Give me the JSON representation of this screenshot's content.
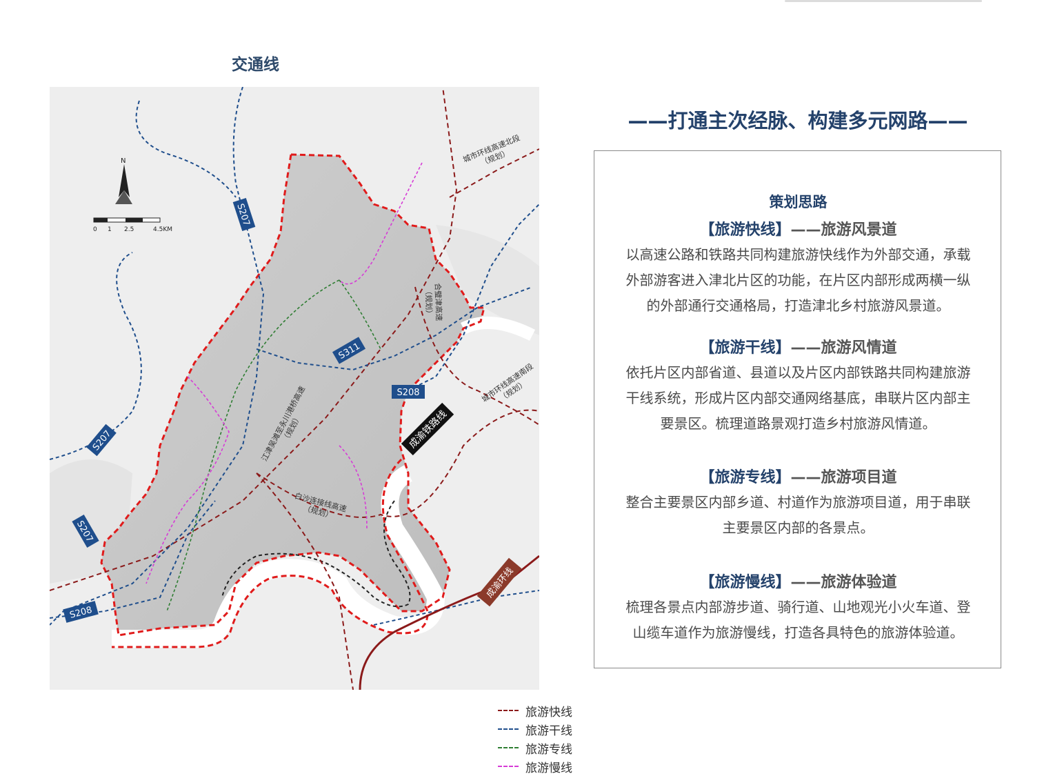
{
  "map_title": "交通线",
  "slogan": "——打通主次经脉、构建多元网路——",
  "panel": {
    "title": "策划思路",
    "sections": [
      {
        "key": "【旅游快线】",
        "dash": "——旅游风景道",
        "body": "以高速公路和铁路共同构建旅游快线作为外部交通，承载外部游客进入津北片区的功能，在片区内部形成两横一纵的外部通行交通格局，打造津北乡村旅游风景道。"
      },
      {
        "key": "【旅游干线】",
        "dash": "——旅游风情道",
        "body": "依托片区内部省道、县道以及片区内部铁路共同构建旅游干线系统，形成片区内部交通网络基底，串联片区内部主要景区。梳理道路景观打造乡村旅游风情道。"
      },
      {
        "key": "【旅游专线】",
        "dash": "——旅游项目道",
        "body": "整合主要景区内部乡道、村道作为旅游项目道，用于串联主要景区内部的各景点。"
      },
      {
        "key": "【旅游慢线】",
        "dash": "——旅游体验道",
        "body": "梳理各景点内部游步道、骑行道、山地观光小火车道、登山缆车道作为旅游慢线，打造各具特色的旅游体验道。"
      }
    ]
  },
  "legend": [
    {
      "label": "旅游快线",
      "color": "#8b1a1a"
    },
    {
      "label": "旅游干线",
      "color": "#1f4e8c"
    },
    {
      "label": "旅游专线",
      "color": "#2e7d32"
    },
    {
      "label": "旅游慢线",
      "color": "#d63bd6"
    }
  ],
  "map_labels": {
    "north": "N",
    "scale": [
      "0",
      "1",
      "2.5",
      "4.5KM"
    ],
    "roads": {
      "s207_top": "S207",
      "s207_mid": "S207",
      "s207_bottom": "S207",
      "s311": "S311",
      "s208_right": "S208",
      "s208_left": "S208",
      "railway": "成渝铁路线",
      "ring": "成渝环线"
    },
    "planned": {
      "ring_north": "城市环线高速北段",
      "ring_north_note": "（规划）",
      "ring_south": "城市环线高速南段",
      "ring_south_note": "（规划）",
      "hebi": "合璧津高速",
      "hebi_note": "（规划）",
      "jiangjin": "江津吴滩至永川港桥高速",
      "jiangjin_note": "（规划）",
      "baisha": "白沙连接线高速",
      "baisha_note": "（规划）"
    }
  },
  "colors": {
    "title_blue": "#24426b",
    "boundary_red": "#e01b1b",
    "fast": "#8b1a1a",
    "trunk": "#1f4e8c",
    "special": "#2e7d32",
    "slow": "#d63bd6",
    "river": "#ffffff"
  }
}
